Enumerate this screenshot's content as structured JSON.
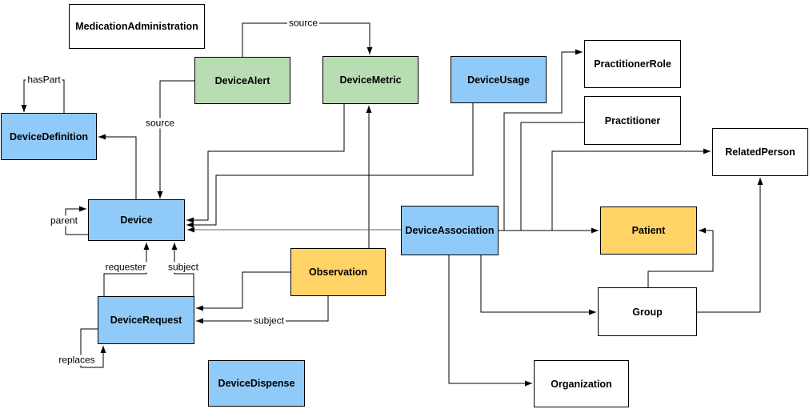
{
  "diagram": {
    "nodes": [
      {
        "label": "MedicationAdministration",
        "color": "white"
      },
      {
        "label": "DeviceAlert",
        "color": "green"
      },
      {
        "label": "DeviceMetric",
        "color": "green"
      },
      {
        "label": "DeviceUsage",
        "color": "blue"
      },
      {
        "label": "PractitionerRole",
        "color": "white"
      },
      {
        "label": "Practitioner",
        "color": "white"
      },
      {
        "label": "RelatedPerson",
        "color": "white"
      },
      {
        "label": "DeviceDefinition",
        "color": "blue"
      },
      {
        "label": "Device",
        "color": "blue"
      },
      {
        "label": "DeviceAssociation",
        "color": "blue"
      },
      {
        "label": "Patient",
        "color": "yellow"
      },
      {
        "label": "Observation",
        "color": "yellow"
      },
      {
        "label": "DeviceRequest",
        "color": "blue"
      },
      {
        "label": "Group",
        "color": "white"
      },
      {
        "label": "DeviceDispense",
        "color": "blue"
      },
      {
        "label": "Organization",
        "color": "white"
      }
    ],
    "edge_labels": [
      {
        "text": "hasPart"
      },
      {
        "text": "source"
      },
      {
        "text": "source"
      },
      {
        "text": "parent"
      },
      {
        "text": "requester"
      },
      {
        "text": "subject"
      },
      {
        "text": "subject"
      },
      {
        "text": "replaces"
      }
    ],
    "colors": {
      "node_blue": "#90caf9",
      "node_green": "#b9ddb2",
      "node_yellow": "#ffd366",
      "node_white": "#ffffff",
      "border": "#000000",
      "edge": "#000000",
      "edge_muted": "#666666"
    }
  }
}
